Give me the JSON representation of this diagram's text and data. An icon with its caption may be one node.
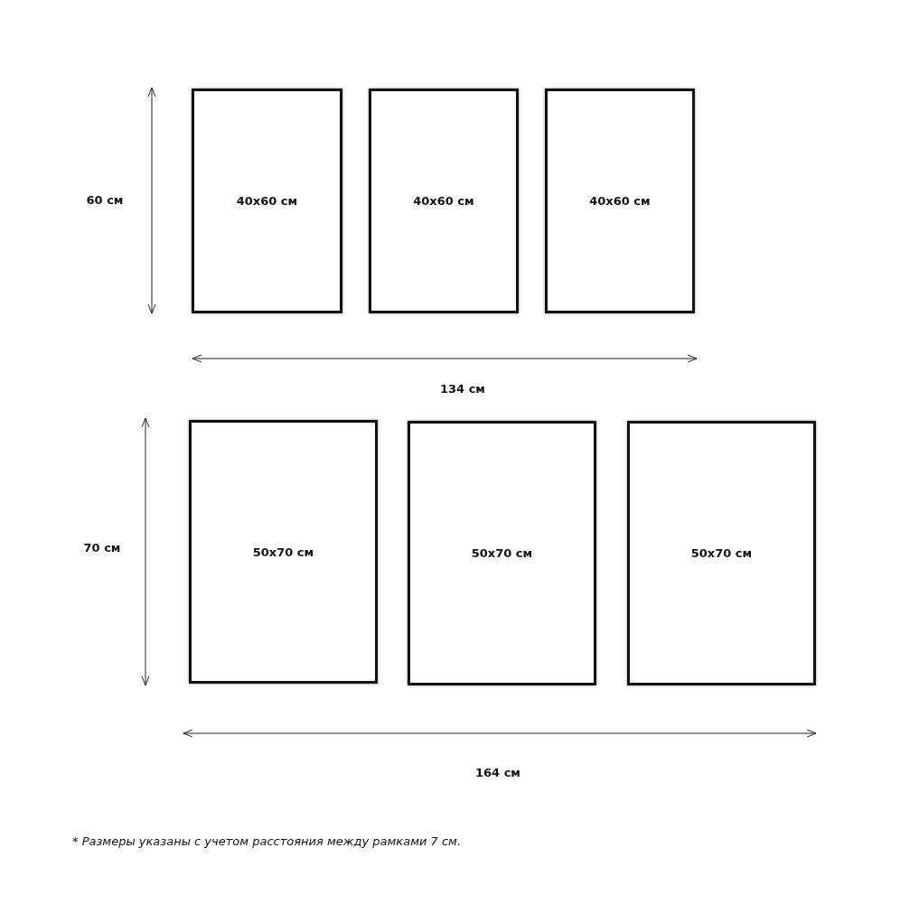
{
  "diagram": {
    "nodes": [
      {
        "text": [
          "40x60 см"
        ]
      },
      {
        "text": [
          "40x60 см"
        ]
      },
      {
        "text": [
          "40x60 см"
        ]
      },
      {
        "text": [
          "50x70 см"
        ]
      },
      {
        "text": [
          "50x70 см"
        ]
      },
      {
        "text": [
          "50x70 см"
        ]
      }
    ],
    "labels": [
      "60 см",
      "134 см",
      "70 см",
      "164 см",
      "* Размеры указаны с учетом расстояния между рамками 7 см."
    ]
  }
}
